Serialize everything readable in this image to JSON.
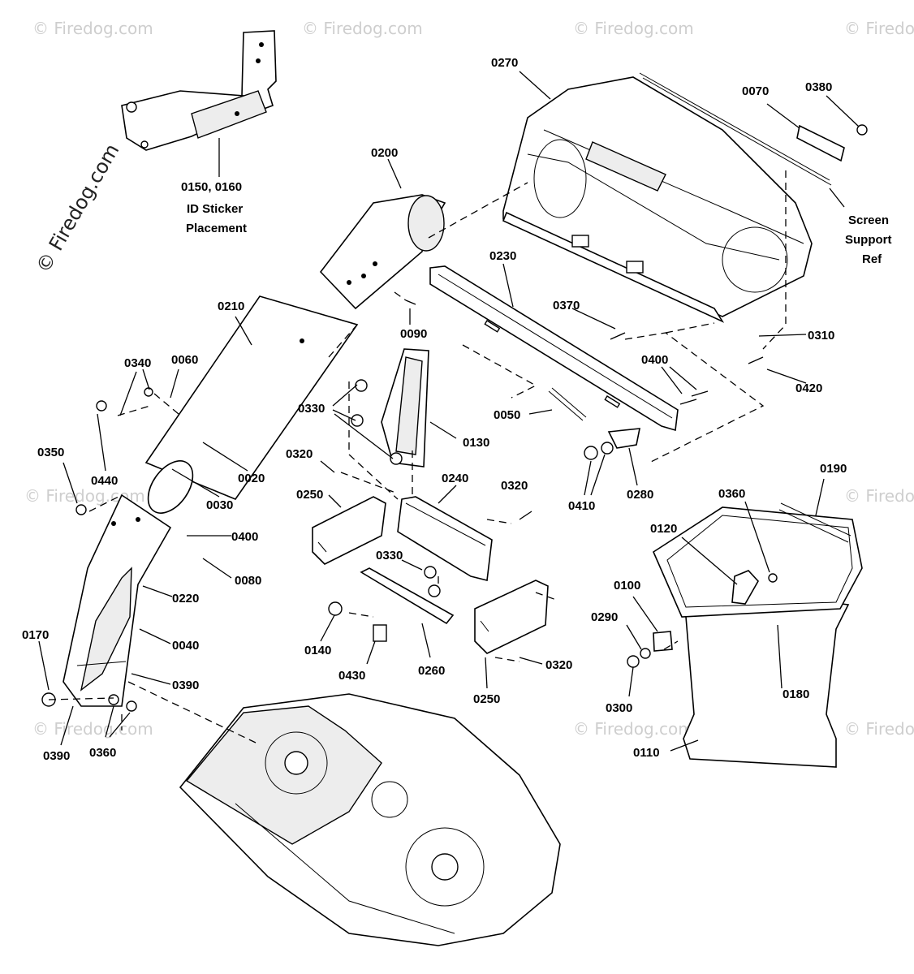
{
  "watermark": {
    "brand": "© Firedog.com",
    "faint": "© Firedog.com"
  },
  "parts": {
    "p0270": "0270",
    "p0070": "0070",
    "p0380": "0380",
    "p0150_0160": "0150, 0160",
    "p0200": "0200",
    "p0230": "0230",
    "p0210": "0210",
    "p0370": "0370",
    "p0090": "0090",
    "p0310": "0310",
    "p0420": "0420",
    "p0340": "0340",
    "p0060": "0060",
    "p0400a": "0400",
    "p0330a": "0330",
    "p0130": "0130",
    "p0050": "0050",
    "p0350": "0350",
    "p0020": "0020",
    "p0440": "0440",
    "p0030": "0030",
    "p0320a": "0320",
    "p0240": "0240",
    "p0320b": "0320",
    "p0410": "0410",
    "p0280": "0280",
    "p0190": "0190",
    "p0360a": "0360",
    "p0250a": "0250",
    "p0120": "0120",
    "p0400b": "0400",
    "p0080": "0080",
    "p0220": "0220",
    "p0330b": "0330",
    "p0100": "0100",
    "p0290": "0290",
    "p0040": "0040",
    "p0170": "0170",
    "p0140": "0140",
    "p0320c": "0320",
    "p0390a": "0390",
    "p0430": "0430",
    "p0260": "0260",
    "p0180": "0180",
    "p0250b": "0250",
    "p0300": "0300",
    "p0390b": "0390",
    "p0360b": "0360",
    "p0110": "0110"
  },
  "notes": {
    "id_sticker_line1": "ID Sticker",
    "id_sticker_line2": "Placement",
    "screen_line1": "Screen",
    "screen_line2": "Support",
    "screen_line3": "Ref"
  }
}
